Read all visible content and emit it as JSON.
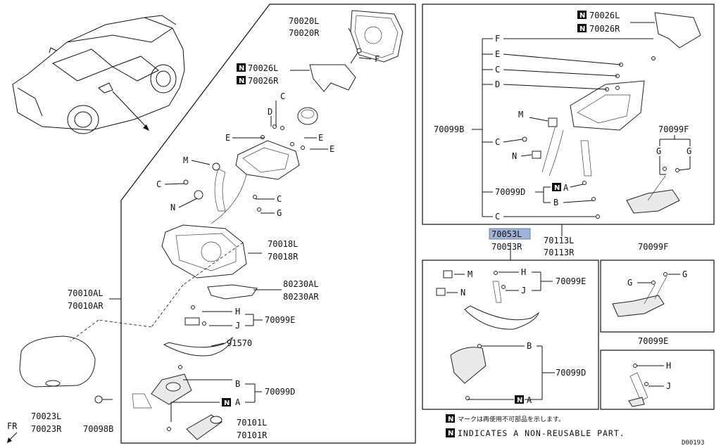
{
  "diagram_code": "D00193",
  "fr_label": "FR",
  "legend": {
    "japanese": "マークは再使用不可部品を示します。",
    "english": "INDICATES A NON-REUSABLE PART.",
    "n_mark": "N"
  },
  "left_panel": {
    "p70020": [
      "70020L",
      "70020R"
    ],
    "p70026": [
      "70026L",
      "70026R"
    ],
    "p70018": [
      "70018L",
      "70018R"
    ],
    "p80230": [
      "80230AL",
      "80230AR"
    ],
    "p70010": [
      "70010AL",
      "70010AR"
    ],
    "p70023": [
      "70023L",
      "70023R"
    ],
    "p70098": "70098B",
    "p70101": [
      "70101L",
      "70101R"
    ],
    "p91570": "91570",
    "p70099E": "70099E",
    "p70099D": "70099D",
    "letters": {
      "A": "A",
      "B": "B",
      "C": "C",
      "D": "D",
      "E": "E",
      "F": "F",
      "G": "G",
      "H": "H",
      "J": "J",
      "M": "M",
      "N": "N"
    }
  },
  "right_panel": {
    "p70026": [
      "70026L",
      "70026R"
    ],
    "p70099B": "70099B",
    "p70099D": "70099D",
    "p70099F": "70099F",
    "p70113": [
      "70113L",
      "70113R"
    ],
    "p70053": [
      "70053L",
      "70053R"
    ],
    "sub_70099E": "70099E",
    "sub_70099D": "70099D",
    "box_70099F": "70099F",
    "box_70099E": "70099E"
  }
}
